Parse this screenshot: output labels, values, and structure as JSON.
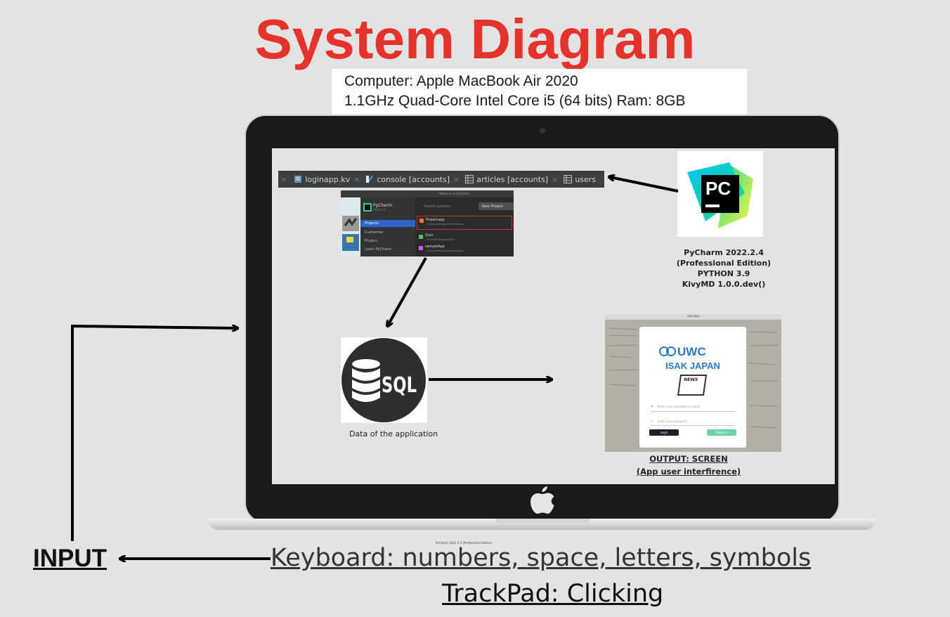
{
  "title": "System Diagram",
  "specs": {
    "line1": "Computer: Apple MacBook Air 2020",
    "line2": "1.1GHz Quad-Core Intel Core i5 (64 bits)  Ram: 8GB"
  },
  "ide_tabs": [
    {
      "label": "loginapp.kv",
      "icon": "kv-file-icon"
    },
    {
      "label": "console [accounts]",
      "icon": "console-icon"
    },
    {
      "label": "articles [accounts]",
      "icon": "table-icon"
    },
    {
      "label": "users",
      "icon": "table-icon"
    }
  ],
  "welcome": {
    "window_title": "Welcome to PyCharm",
    "app_name": "PyCharm",
    "app_version": "2022.2.4",
    "search_placeholder": "Search projects",
    "new_project": "New Project",
    "nav": [
      "Projects",
      "Customize",
      "Plugins",
      "Learn PyCharm"
    ],
    "projects": [
      {
        "name": "Projectapp",
        "path": "~/PycharmProjects/Projectapp"
      },
      {
        "name": "Quiz",
        "path": "~/PycharmProjects/Quiz"
      },
      {
        "name": "sampleApp",
        "path": "~/PycharmProjects/sampleApp"
      }
    ]
  },
  "pycharm": {
    "logo_text": "PC",
    "caption": [
      "PyCharm 2022.2.4",
      "(Professional Edition)",
      "PYTHON 3.9",
      "KivyMD 1.0.0.dev()"
    ]
  },
  "sql": {
    "logo_text": "SQL",
    "caption": "Data of the application"
  },
  "app_screen": {
    "window_title": "loginapp",
    "brand_line1": "UWC",
    "brand_line2": "ISAK JAPAN",
    "news_text": "NEWS",
    "username_placeholder": "Enter your username or email",
    "password_placeholder": "Enter your password",
    "login_button": "Login",
    "register_button": "Register"
  },
  "output_caption": [
    "OUTPUT:  SCREEN",
    "(App user interfirence)"
  ],
  "input_label": "INPUT",
  "keyboard_label": "Keyboard: numbers, space, letters, symbols",
  "trackpad_label": "TrackPad: Clicking",
  "tiny_caption": "PyCharm 2022.2.4 (Professional Edition)",
  "colors": {
    "title": "#e5322b",
    "background": "#e4e3e3",
    "bezel": "#1a1a1a",
    "sql_circle": "#2e2e2e",
    "register_button": "#6dd3a0",
    "login_button": "#1d1d2b"
  }
}
